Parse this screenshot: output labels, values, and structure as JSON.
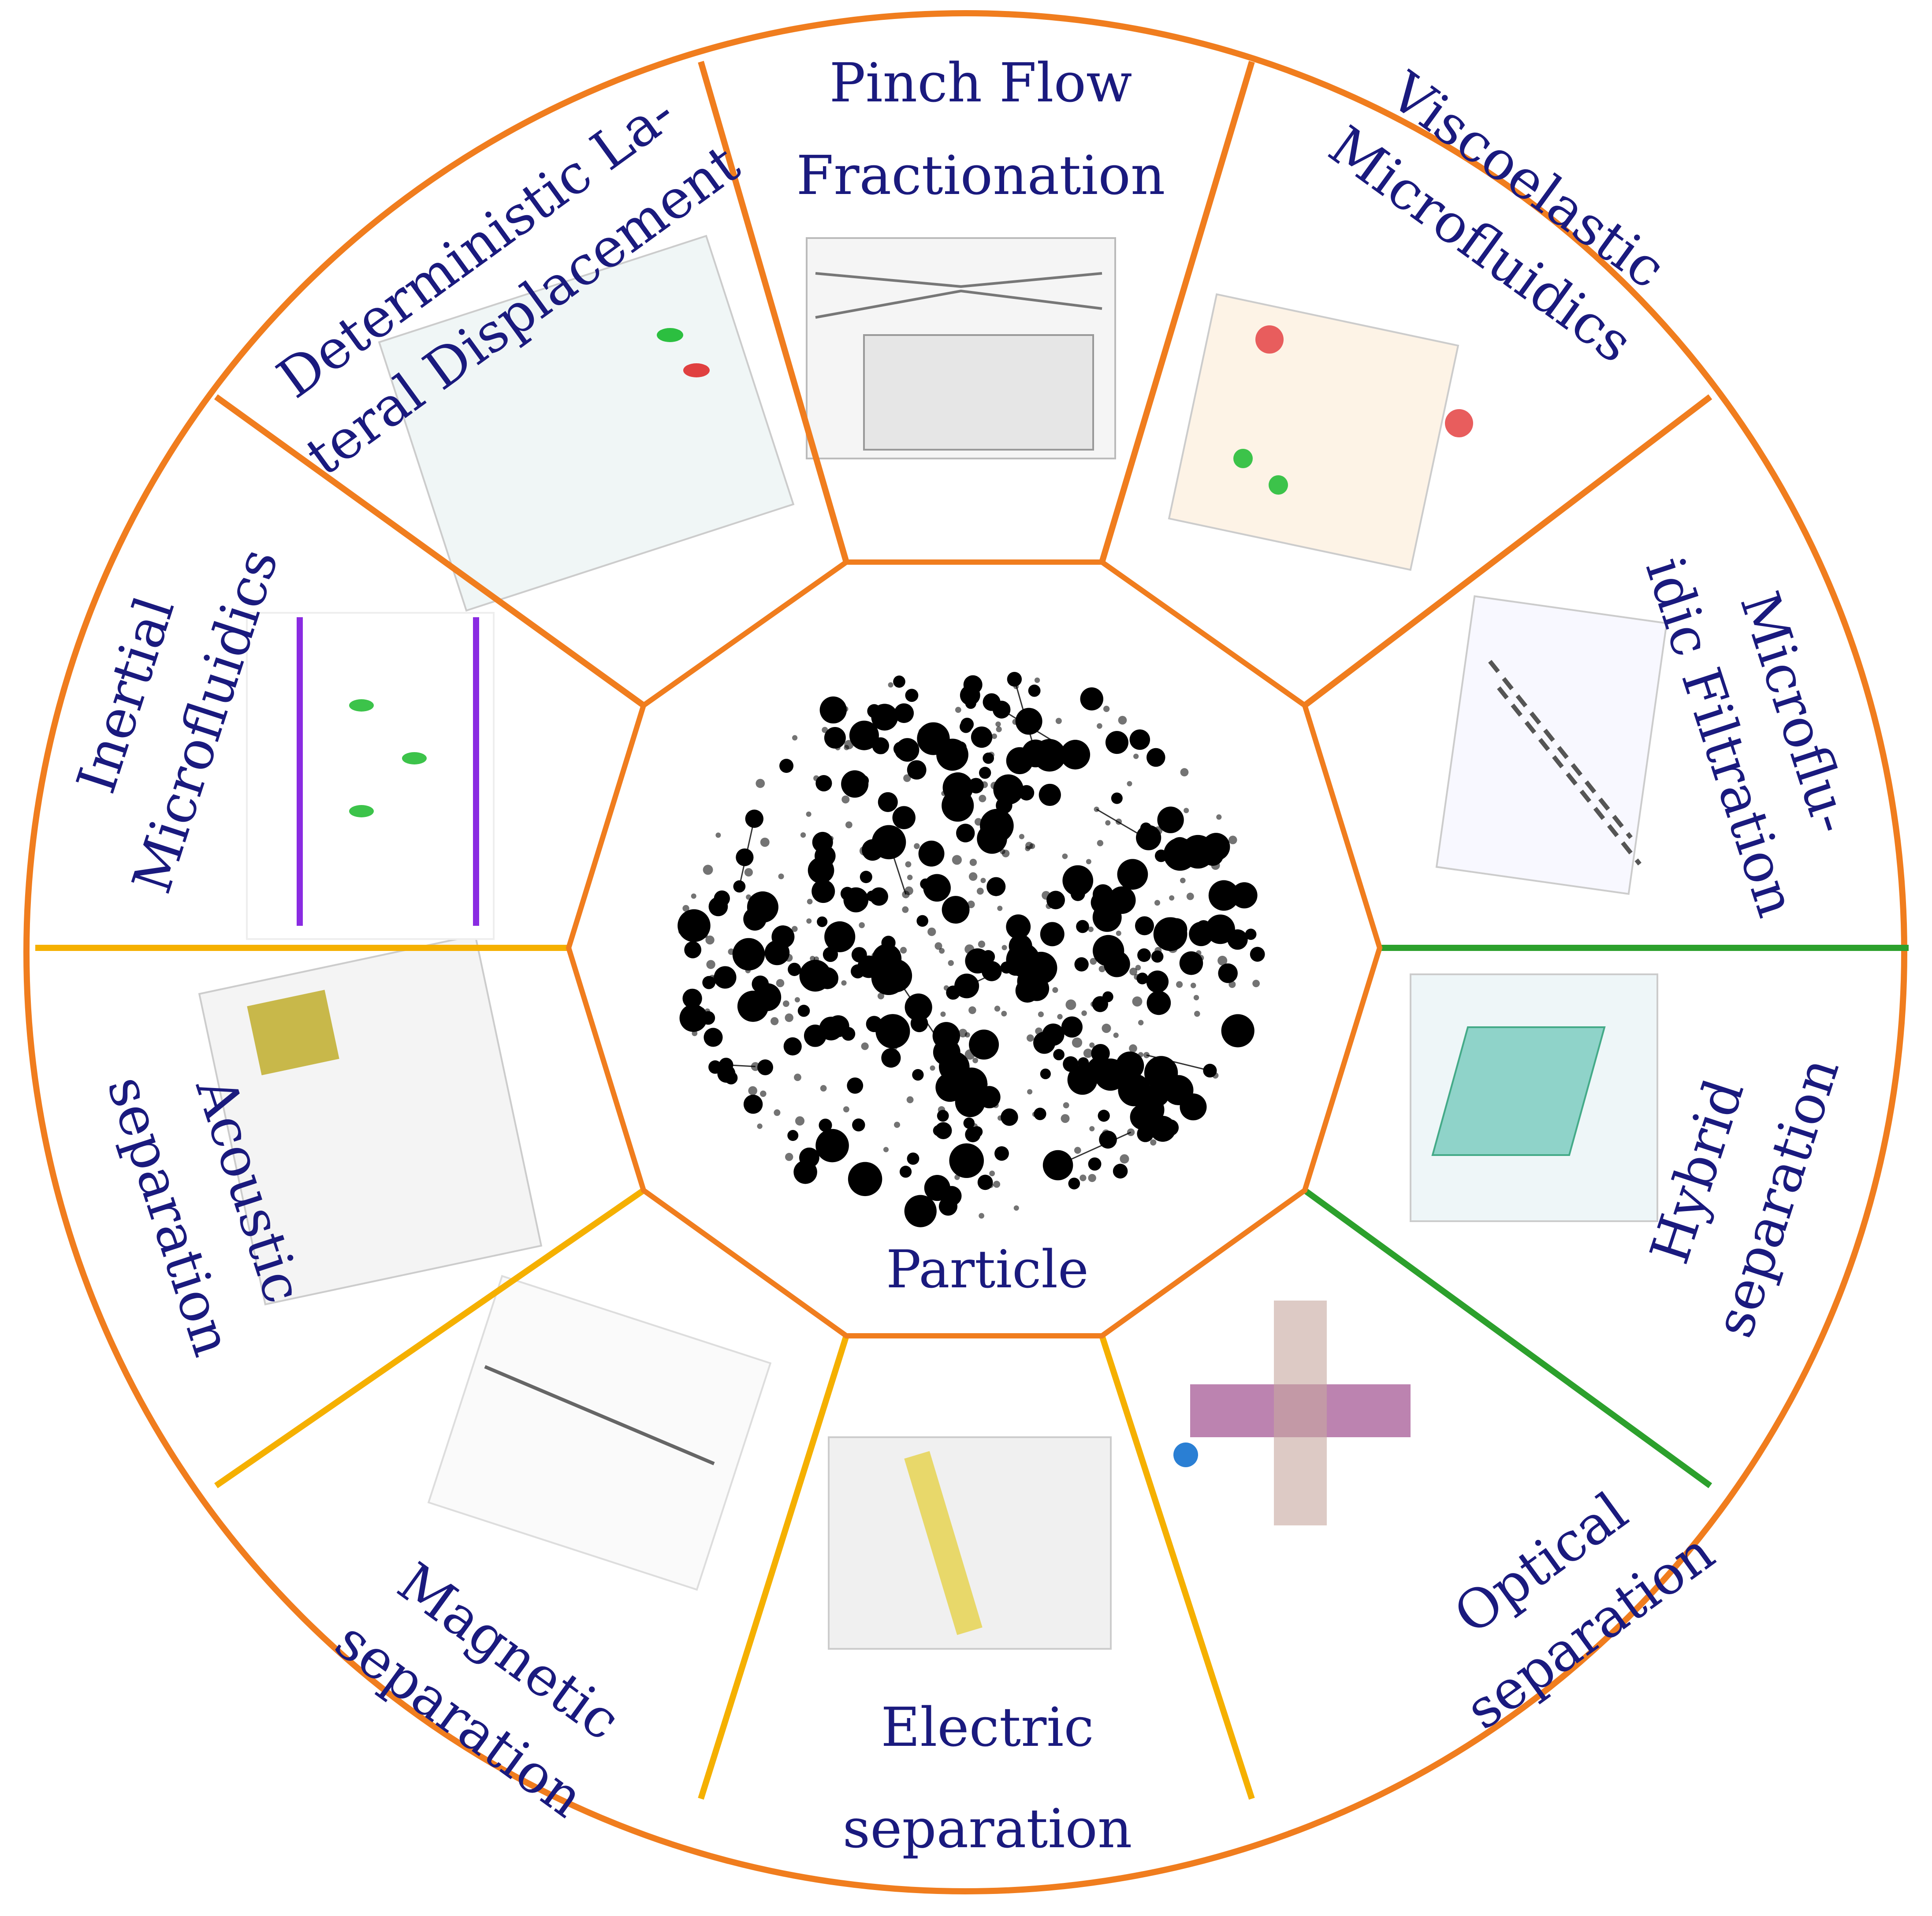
{
  "center": {
    "label": "Particle"
  },
  "segments": [
    {
      "id": "pinch-flow",
      "lines": [
        "Pinch Flow",
        "Fractionation"
      ],
      "color": "#f07d1e"
    },
    {
      "id": "viscoelastic",
      "lines": [
        "Viscoelastic",
        "Microfluidics"
      ],
      "color": "#f07d1e"
    },
    {
      "id": "filtration",
      "lines": [
        "Microflu-",
        "idic Filtration"
      ],
      "color": "#f07d1e"
    },
    {
      "id": "hybrid",
      "lines": [
        "Hybrid",
        "separation"
      ],
      "color": "#2ca02c"
    },
    {
      "id": "optical",
      "lines": [
        "Optical",
        "separation"
      ],
      "color": "#f5b000"
    },
    {
      "id": "electric",
      "lines": [
        "Electric",
        "separation"
      ],
      "color": "#f5b000"
    },
    {
      "id": "magnetic",
      "lines": [
        "Magnetic",
        "separation"
      ],
      "color": "#f5b000"
    },
    {
      "id": "acoustic",
      "lines": [
        "Acoustic",
        "separation"
      ],
      "color": "#f5b000"
    },
    {
      "id": "inertial",
      "lines": [
        "Inertial",
        "Microfluidics"
      ],
      "color": "#f07d1e"
    },
    {
      "id": "dld",
      "lines": [
        "Deterministic La-",
        "teral Displacement"
      ],
      "color": "#f07d1e"
    }
  ],
  "colors": {
    "outer_ring": "#f07d1e",
    "text": "#1a1a7e",
    "particles": "#000000"
  }
}
